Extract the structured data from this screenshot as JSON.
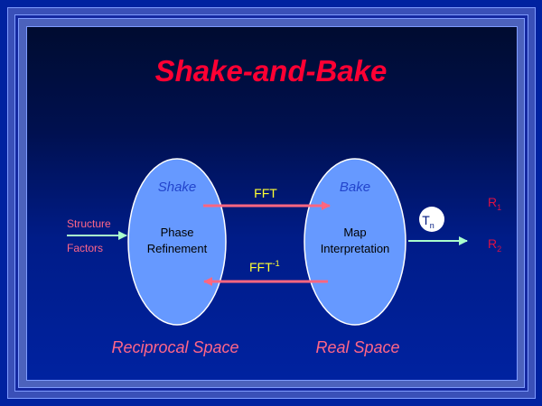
{
  "title": "Shake-and-Bake",
  "input": {
    "label_top": "Structure",
    "label_bottom": "Factors"
  },
  "shake_node": {
    "heading": "Shake",
    "line1": "Phase",
    "line2": "Refinement",
    "space_label": "Reciprocal Space"
  },
  "bake_node": {
    "heading": "Bake",
    "line1": "Map",
    "line2": "Interpretation",
    "space_label": "Real Space"
  },
  "forward_arrow": {
    "label": "FFT"
  },
  "inverse_arrow": {
    "label": "FFT",
    "superscript": "-1"
  },
  "threshold": {
    "symbol": "T",
    "subscript": "n"
  },
  "outputs": [
    {
      "symbol": "R",
      "subscript": "1"
    },
    {
      "symbol": "R",
      "subscript": "2"
    }
  ],
  "colors": {
    "title": "#ff0033",
    "ellipse_fill": "#6699ff",
    "arrow_pink": "#ff6680",
    "arrow_green": "#aaffcc",
    "fft_text": "#ffff33",
    "output_text": "#dd1144"
  }
}
